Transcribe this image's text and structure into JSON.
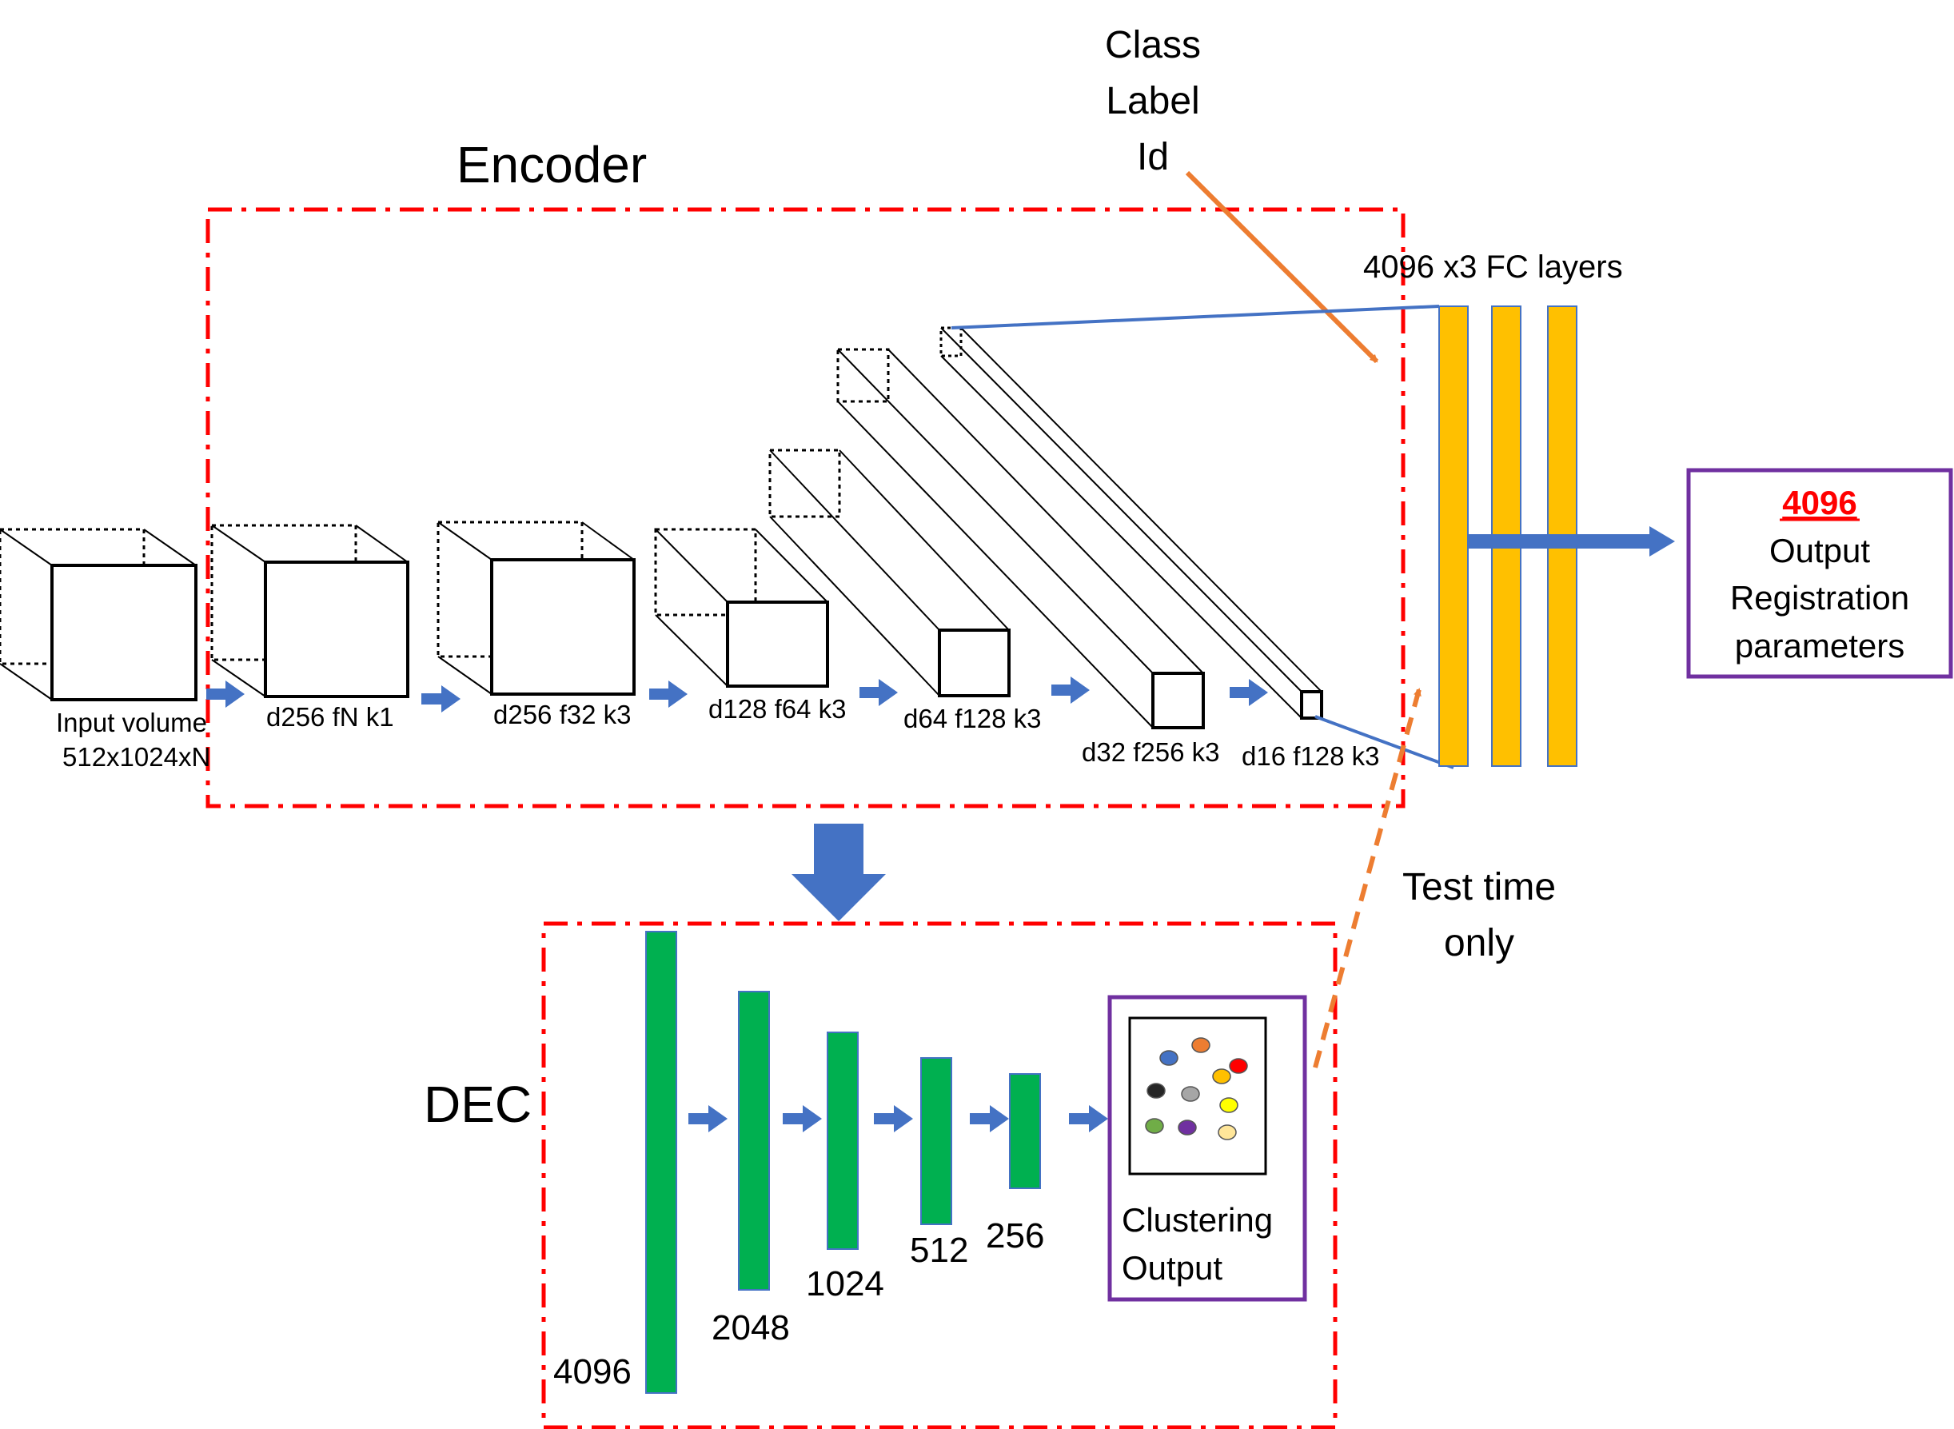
{
  "labels": {
    "class_label_line1": "Class",
    "class_label_line2": "Label",
    "class_label_line3": "Id",
    "encoder": "Encoder",
    "fc_layers": "4096 x3 FC layers",
    "output_value": "4096",
    "output_line2": "Output",
    "output_line3": "Registration",
    "output_line4": "parameters",
    "test_time_line1": "Test time",
    "test_time_line2": "only",
    "dec": "DEC",
    "clustering_line1": "Clustering",
    "clustering_line2": "Output"
  },
  "encoder_layers": [
    {
      "line1": "Input volume",
      "line2": "512x1024xN"
    },
    {
      "line1": "d256 fN k1"
    },
    {
      "line1": "d256 f32 k3"
    },
    {
      "line1": "d128 f64 k3"
    },
    {
      "line1": "d64 f128 k3"
    },
    {
      "line1": "d32 f256 k3"
    },
    {
      "line1": "d16 f128 k3"
    }
  ],
  "dec_layers": [
    "4096",
    "2048",
    "1024",
    "512",
    "256"
  ],
  "colors": {
    "dashed_frame": "#ff0000",
    "fc_bar": "#ffc000",
    "dec_bar": "#00b050",
    "arrow_blue": "#4472c4",
    "arrow_orange": "#ed7d31",
    "output_border": "#7030a0",
    "output_value": "#ff0000",
    "cluster_dots": [
      "#4472c4",
      "#ed7d31",
      "#ff0000",
      "#ffc000",
      "#262626",
      "#a6a6a6",
      "#ffff00",
      "#70ad47",
      "#7030a0",
      "#ffe699"
    ]
  }
}
